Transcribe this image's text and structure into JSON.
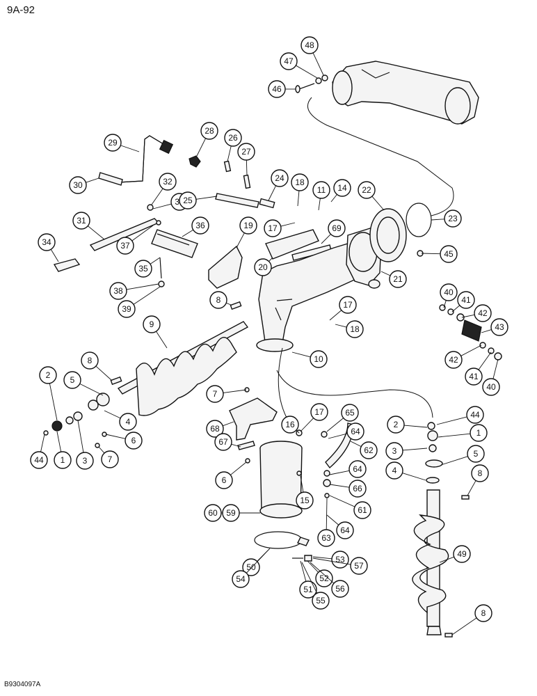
{
  "header": {
    "page_number": "9A-92"
  },
  "footer": {
    "figure_code": "B9304097A"
  },
  "callouts": [
    {
      "id": "c48a",
      "label": "48"
    },
    {
      "id": "c47",
      "label": "47"
    },
    {
      "id": "c46",
      "label": "46"
    },
    {
      "id": "c29",
      "label": "29"
    },
    {
      "id": "c28",
      "label": "28"
    },
    {
      "id": "c26",
      "label": "26"
    },
    {
      "id": "c27",
      "label": "27"
    },
    {
      "id": "c30",
      "label": "30"
    },
    {
      "id": "c32",
      "label": "32"
    },
    {
      "id": "c33",
      "label": "33"
    },
    {
      "id": "c25",
      "label": "25"
    },
    {
      "id": "c24",
      "label": "24"
    },
    {
      "id": "c18a",
      "label": "18"
    },
    {
      "id": "c11",
      "label": "11"
    },
    {
      "id": "c14",
      "label": "14"
    },
    {
      "id": "c22",
      "label": "22"
    },
    {
      "id": "c23",
      "label": "23"
    },
    {
      "id": "c31",
      "label": "31"
    },
    {
      "id": "c36",
      "label": "36"
    },
    {
      "id": "c19",
      "label": "19"
    },
    {
      "id": "c17a",
      "label": "17"
    },
    {
      "id": "c69",
      "label": "69"
    },
    {
      "id": "c34",
      "label": "34"
    },
    {
      "id": "c37",
      "label": "37"
    },
    {
      "id": "c35",
      "label": "35"
    },
    {
      "id": "c20",
      "label": "20"
    },
    {
      "id": "c45",
      "label": "45"
    },
    {
      "id": "c21",
      "label": "21"
    },
    {
      "id": "c38",
      "label": "38"
    },
    {
      "id": "c39",
      "label": "39"
    },
    {
      "id": "c40a",
      "label": "40"
    },
    {
      "id": "c41a",
      "label": "41"
    },
    {
      "id": "c42a",
      "label": "42"
    },
    {
      "id": "c8a",
      "label": "8"
    },
    {
      "id": "c17b",
      "label": "17"
    },
    {
      "id": "c43",
      "label": "43"
    },
    {
      "id": "c9",
      "label": "9"
    },
    {
      "id": "c18b",
      "label": "18"
    },
    {
      "id": "c10",
      "label": "10"
    },
    {
      "id": "c42b",
      "label": "42"
    },
    {
      "id": "c41b",
      "label": "41"
    },
    {
      "id": "c40b",
      "label": "40"
    },
    {
      "id": "c8b",
      "label": "8"
    },
    {
      "id": "c2a",
      "label": "2"
    },
    {
      "id": "c5a",
      "label": "5"
    },
    {
      "id": "c7a",
      "label": "7"
    },
    {
      "id": "c4a",
      "label": "4"
    },
    {
      "id": "c17c",
      "label": "17"
    },
    {
      "id": "c65",
      "label": "65"
    },
    {
      "id": "c44a",
      "label": "44"
    },
    {
      "id": "c68",
      "label": "68"
    },
    {
      "id": "c16",
      "label": "16"
    },
    {
      "id": "c64a",
      "label": "64"
    },
    {
      "id": "c2b",
      "label": "2"
    },
    {
      "id": "c1b",
      "label": "1"
    },
    {
      "id": "c6a",
      "label": "6"
    },
    {
      "id": "c67",
      "label": "67"
    },
    {
      "id": "c62",
      "label": "62"
    },
    {
      "id": "c3b",
      "label": "3"
    },
    {
      "id": "c44b",
      "label": "44"
    },
    {
      "id": "c1a",
      "label": "1"
    },
    {
      "id": "c3a",
      "label": "3"
    },
    {
      "id": "c7b",
      "label": "7"
    },
    {
      "id": "c5b",
      "label": "5"
    },
    {
      "id": "c4b",
      "label": "4"
    },
    {
      "id": "c64b",
      "label": "64"
    },
    {
      "id": "c6b",
      "label": "6"
    },
    {
      "id": "c15",
      "label": "15"
    },
    {
      "id": "c66",
      "label": "66"
    },
    {
      "id": "c8c",
      "label": "8"
    },
    {
      "id": "c60",
      "label": "60"
    },
    {
      "id": "c59",
      "label": "59"
    },
    {
      "id": "c61",
      "label": "61"
    },
    {
      "id": "c64c",
      "label": "64"
    },
    {
      "id": "c63",
      "label": "63"
    },
    {
      "id": "c49",
      "label": "49"
    },
    {
      "id": "c53",
      "label": "53"
    },
    {
      "id": "c57",
      "label": "57"
    },
    {
      "id": "c50",
      "label": "50"
    },
    {
      "id": "c52",
      "label": "52"
    },
    {
      "id": "c54",
      "label": "54"
    },
    {
      "id": "c51",
      "label": "51"
    },
    {
      "id": "c56",
      "label": "56"
    },
    {
      "id": "c55",
      "label": "55"
    },
    {
      "id": "c8d",
      "label": "8"
    }
  ]
}
